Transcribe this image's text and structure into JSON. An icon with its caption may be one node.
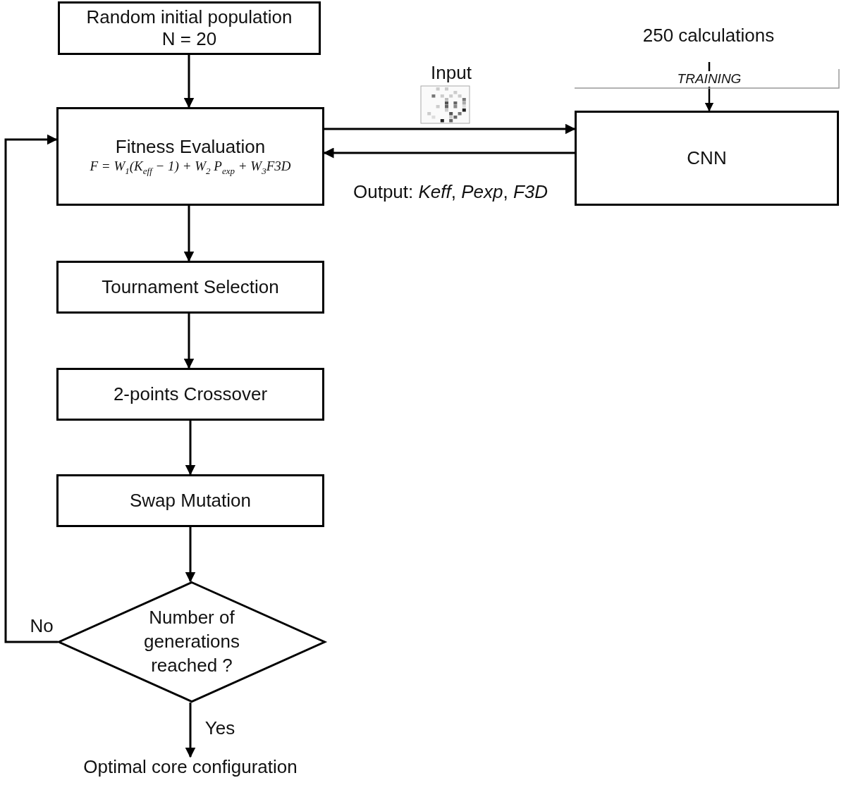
{
  "diagram": {
    "nodes": [
      {
        "text": [
          "Random initial population",
          "N = 20"
        ]
      },
      {
        "text": [
          "250 calculations"
        ]
      },
      {
        "text": [
          "Fitness Evaluation",
          "F = W$_{1}$(K$_{eff}$ − 1) + W$_{2}$ P$_{exp}$ + W$_{3}$F3D"
        ]
      },
      {
        "text": [
          "CNN"
        ]
      },
      {
        "text": [
          "Tournament Selection"
        ]
      },
      {
        "text": [
          "2-points Crossover"
        ]
      },
      {
        "text": [
          "Swap Mutation"
        ]
      },
      {
        "text": [
          "Number of generations reached ?"
        ]
      },
      {
        "text": [
          "Optimal core configuration"
        ]
      }
    ],
    "edges": [
      {
        "from": 0,
        "to": 2,
        "arrow": "to"
      },
      {
        "from": 1,
        "to": 3,
        "arrow": "to",
        "label": "TRAINING"
      },
      {
        "from": 2,
        "to": 3,
        "arrow": "to",
        "label": "Input"
      },
      {
        "from": 3,
        "to": 2,
        "arrow": "to",
        "label": "Output: *Keff*, *Pexp*, *F3D*"
      },
      {
        "from": 2,
        "to": 4,
        "arrow": "to"
      },
      {
        "from": 4,
        "to": 5,
        "arrow": "to"
      },
      {
        "from": 5,
        "to": 6,
        "arrow": "to"
      },
      {
        "from": 6,
        "to": 7,
        "arrow": "to"
      },
      {
        "from": 7,
        "to": 2,
        "arrow": "to",
        "label": "No"
      },
      {
        "from": 7,
        "to": 8,
        "arrow": "to",
        "label": "Yes"
      }
    ]
  }
}
